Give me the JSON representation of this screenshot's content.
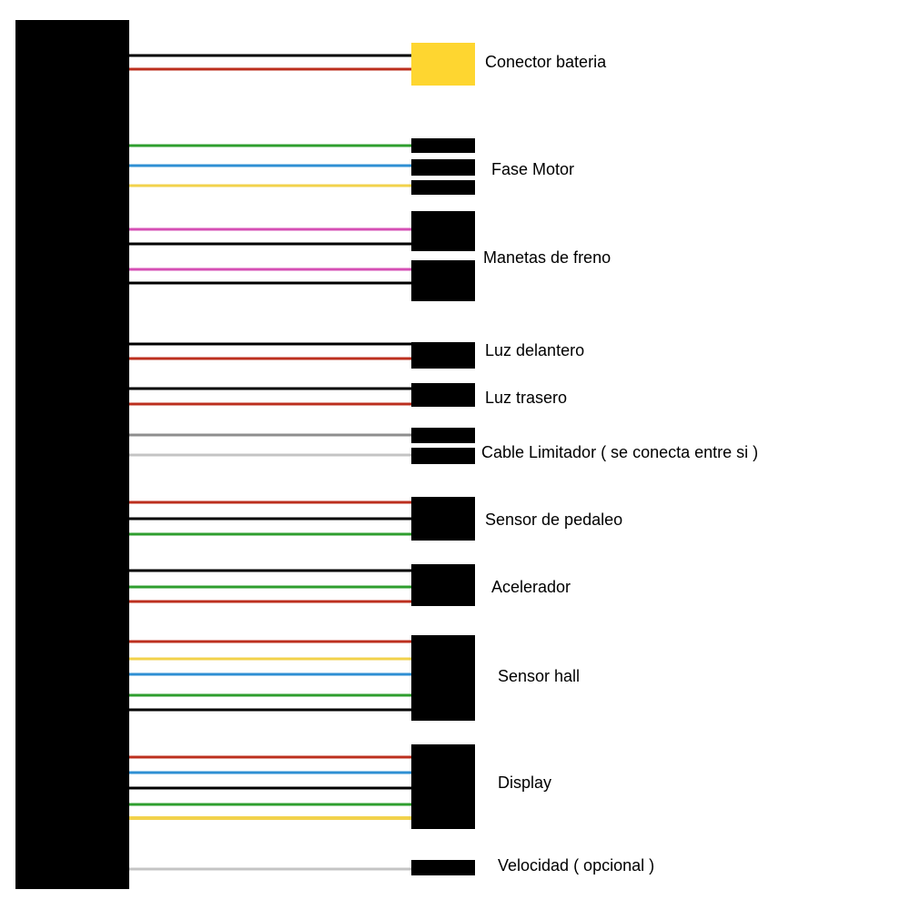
{
  "colors": {
    "controller": "#000000",
    "connector_default": "#000000",
    "battery_connector": "#FED630"
  },
  "wire_colors": {
    "black": "#000000",
    "red": "#BC2F1E",
    "green": "#2E9E2E",
    "blue": "#2E8FD3",
    "yellow": "#F2D24B",
    "pink": "#D54FB4",
    "gray": "#8E8E8E",
    "lightgray": "#C4C4C4"
  },
  "groups": [
    {
      "label": "Conector bateria",
      "connector_color": "battery_connector",
      "wires": [
        "black",
        "red"
      ]
    },
    {
      "label": "Fase Motor",
      "connector_color": "connector_default",
      "wires": [
        "green",
        "blue",
        "yellow"
      ]
    },
    {
      "label": "Manetas de freno",
      "connector_color": "connector_default",
      "wires": [
        "pink",
        "black",
        "pink",
        "black"
      ]
    },
    {
      "label": "Luz delantero",
      "connector_color": "connector_default",
      "wires": [
        "black",
        "red"
      ]
    },
    {
      "label": "Luz trasero",
      "connector_color": "connector_default",
      "wires": [
        "black",
        "red"
      ]
    },
    {
      "label": "Cable Limitador ( se conecta entre si )",
      "connector_color": "connector_default",
      "wires": [
        "gray",
        "lightgray"
      ]
    },
    {
      "label": "Sensor de pedaleo",
      "connector_color": "connector_default",
      "wires": [
        "red",
        "black",
        "green"
      ]
    },
    {
      "label": "Acelerador",
      "connector_color": "connector_default",
      "wires": [
        "black",
        "green",
        "red"
      ]
    },
    {
      "label": "Sensor hall",
      "connector_color": "connector_default",
      "wires": [
        "red",
        "yellow",
        "blue",
        "green",
        "black"
      ]
    },
    {
      "label": "Display",
      "connector_color": "connector_default",
      "wires": [
        "red",
        "blue",
        "black",
        "green",
        "yellow"
      ]
    },
    {
      "label": "Velocidad ( opcional )",
      "connector_color": "connector_default",
      "wires": [
        "lightgray"
      ]
    }
  ]
}
